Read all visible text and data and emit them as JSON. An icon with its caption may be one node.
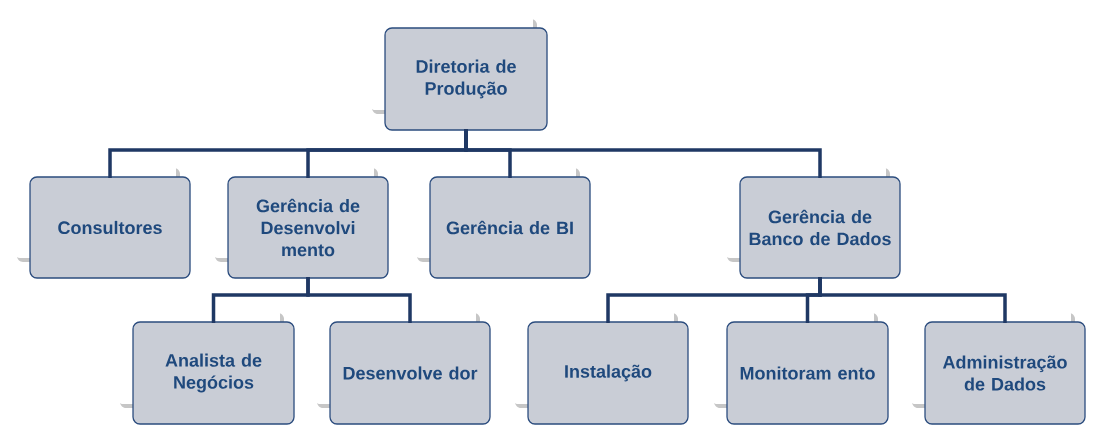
{
  "diagram": {
    "nodes": [
      {
        "text": [
          "Diretoria de Produção"
        ]
      },
      {
        "text": [
          "Consultores"
        ]
      },
      {
        "text": [
          "Gerência de Desenvolvi mento"
        ]
      },
      {
        "text": [
          "Gerência de BI"
        ]
      },
      {
        "text": [
          "Gerência de Banco de Dados"
        ]
      },
      {
        "text": [
          "Analista de Negócios"
        ]
      },
      {
        "text": [
          "Desenvolve dor"
        ]
      },
      {
        "text": [
          "Instalação"
        ]
      },
      {
        "text": [
          "Monitoram ento"
        ]
      },
      {
        "text": [
          "Administração de Dados"
        ]
      }
    ],
    "edges": [
      {
        "from": 0,
        "to": 1,
        "arrow": "none"
      },
      {
        "from": 0,
        "to": 2,
        "arrow": "none"
      },
      {
        "from": 0,
        "to": 3,
        "arrow": "none"
      },
      {
        "from": 0,
        "to": 4,
        "arrow": "none"
      },
      {
        "from": 2,
        "to": 5,
        "arrow": "none"
      },
      {
        "from": 2,
        "to": 6,
        "arrow": "none"
      },
      {
        "from": 4,
        "to": 7,
        "arrow": "none"
      },
      {
        "from": 4,
        "to": 8,
        "arrow": "none"
      },
      {
        "from": 4,
        "to": 9,
        "arrow": "none"
      }
    ]
  }
}
